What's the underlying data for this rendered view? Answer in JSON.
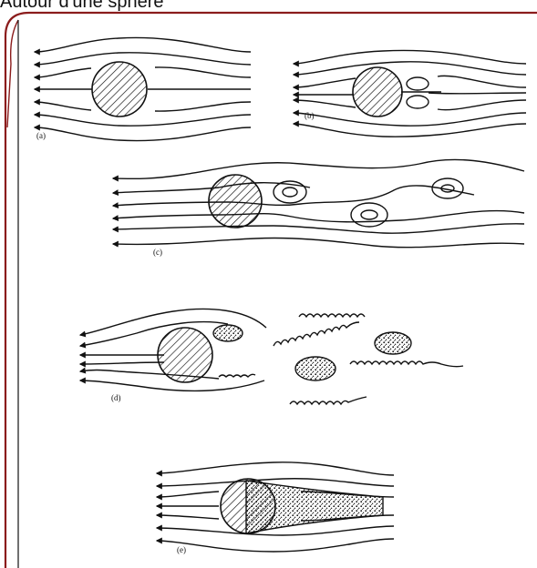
{
  "title": "Autour d'une sphère",
  "panels": [
    {
      "id": "a",
      "label": "(a)"
    },
    {
      "id": "b",
      "label": "(b)"
    },
    {
      "id": "c",
      "label": "(c)"
    },
    {
      "id": "d",
      "label": "(d)"
    },
    {
      "id": "e",
      "label": "(e)"
    }
  ],
  "colors": {
    "frame": "#8b1c1c",
    "ink": "#111111"
  }
}
